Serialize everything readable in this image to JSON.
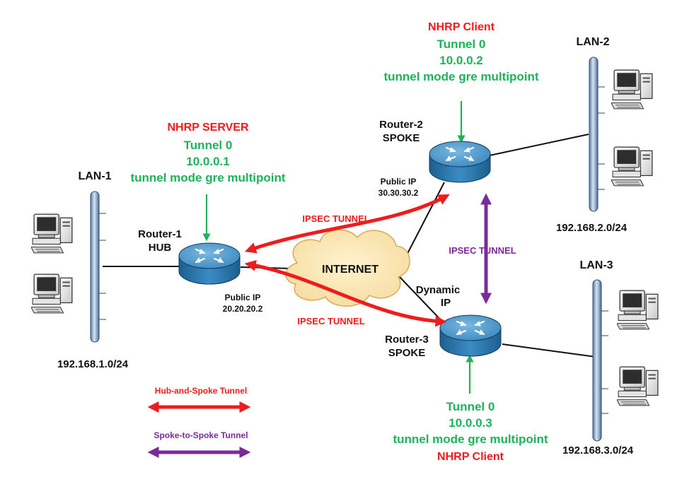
{
  "lan1": {
    "name": "LAN-1",
    "subnet": "192.168.1.0/24"
  },
  "lan2": {
    "name": "LAN-2",
    "subnet": "192.168.2.0/24"
  },
  "lan3": {
    "name": "LAN-3",
    "subnet": "192.168.3.0/24"
  },
  "hub": {
    "role": "NHRP SERVER",
    "tunnel": "Tunnel 0",
    "tunnel_ip": "10.0.0.1",
    "mode": "tunnel mode gre multipoint",
    "name_line1": "Router-1",
    "name_line2": "HUB",
    "public_ip_label": "Public IP",
    "public_ip": "20.20.20.2"
  },
  "spoke2": {
    "role": "NHRP Client",
    "tunnel": "Tunnel 0",
    "tunnel_ip": "10.0.0.2",
    "mode": "tunnel mode gre multipoint",
    "name_line1": "Router-2",
    "name_line2": "SPOKE",
    "public_ip_label": "Public IP",
    "public_ip": "30.30.30.2"
  },
  "spoke3": {
    "role": "NHRP Client",
    "tunnel": "Tunnel 0",
    "tunnel_ip": "10.0.0.3",
    "mode": "tunnel mode gre multipoint",
    "name_line1": "Router-3",
    "name_line2": "SPOKE",
    "ip_line1": "Dynamic",
    "ip_line2": "IP"
  },
  "internet": "INTERNET",
  "tunnels": {
    "ipsec_top": "IPSEC TUNNEL",
    "ipsec_bottom": "IPSEC TUNNEL",
    "ipsec_spoke": "IPSEC TUNNEL"
  },
  "legend": {
    "hub_spoke": "Hub-and-Spoke Tunnel",
    "spoke_spoke": "Spoke-to-Spoke Tunnel"
  },
  "colors": {
    "hub_spoke": "#ee1c1c",
    "spoke_spoke": "#7b2a9a",
    "nhrp_text": "#ee1c1c",
    "tunnel_text": "#1fb25a",
    "router": "#2f7fb5"
  },
  "icons": {
    "router": "router-icon",
    "computer": "computer-icon",
    "lan_bus": "lan-bus-icon",
    "cloud": "cloud-icon"
  }
}
